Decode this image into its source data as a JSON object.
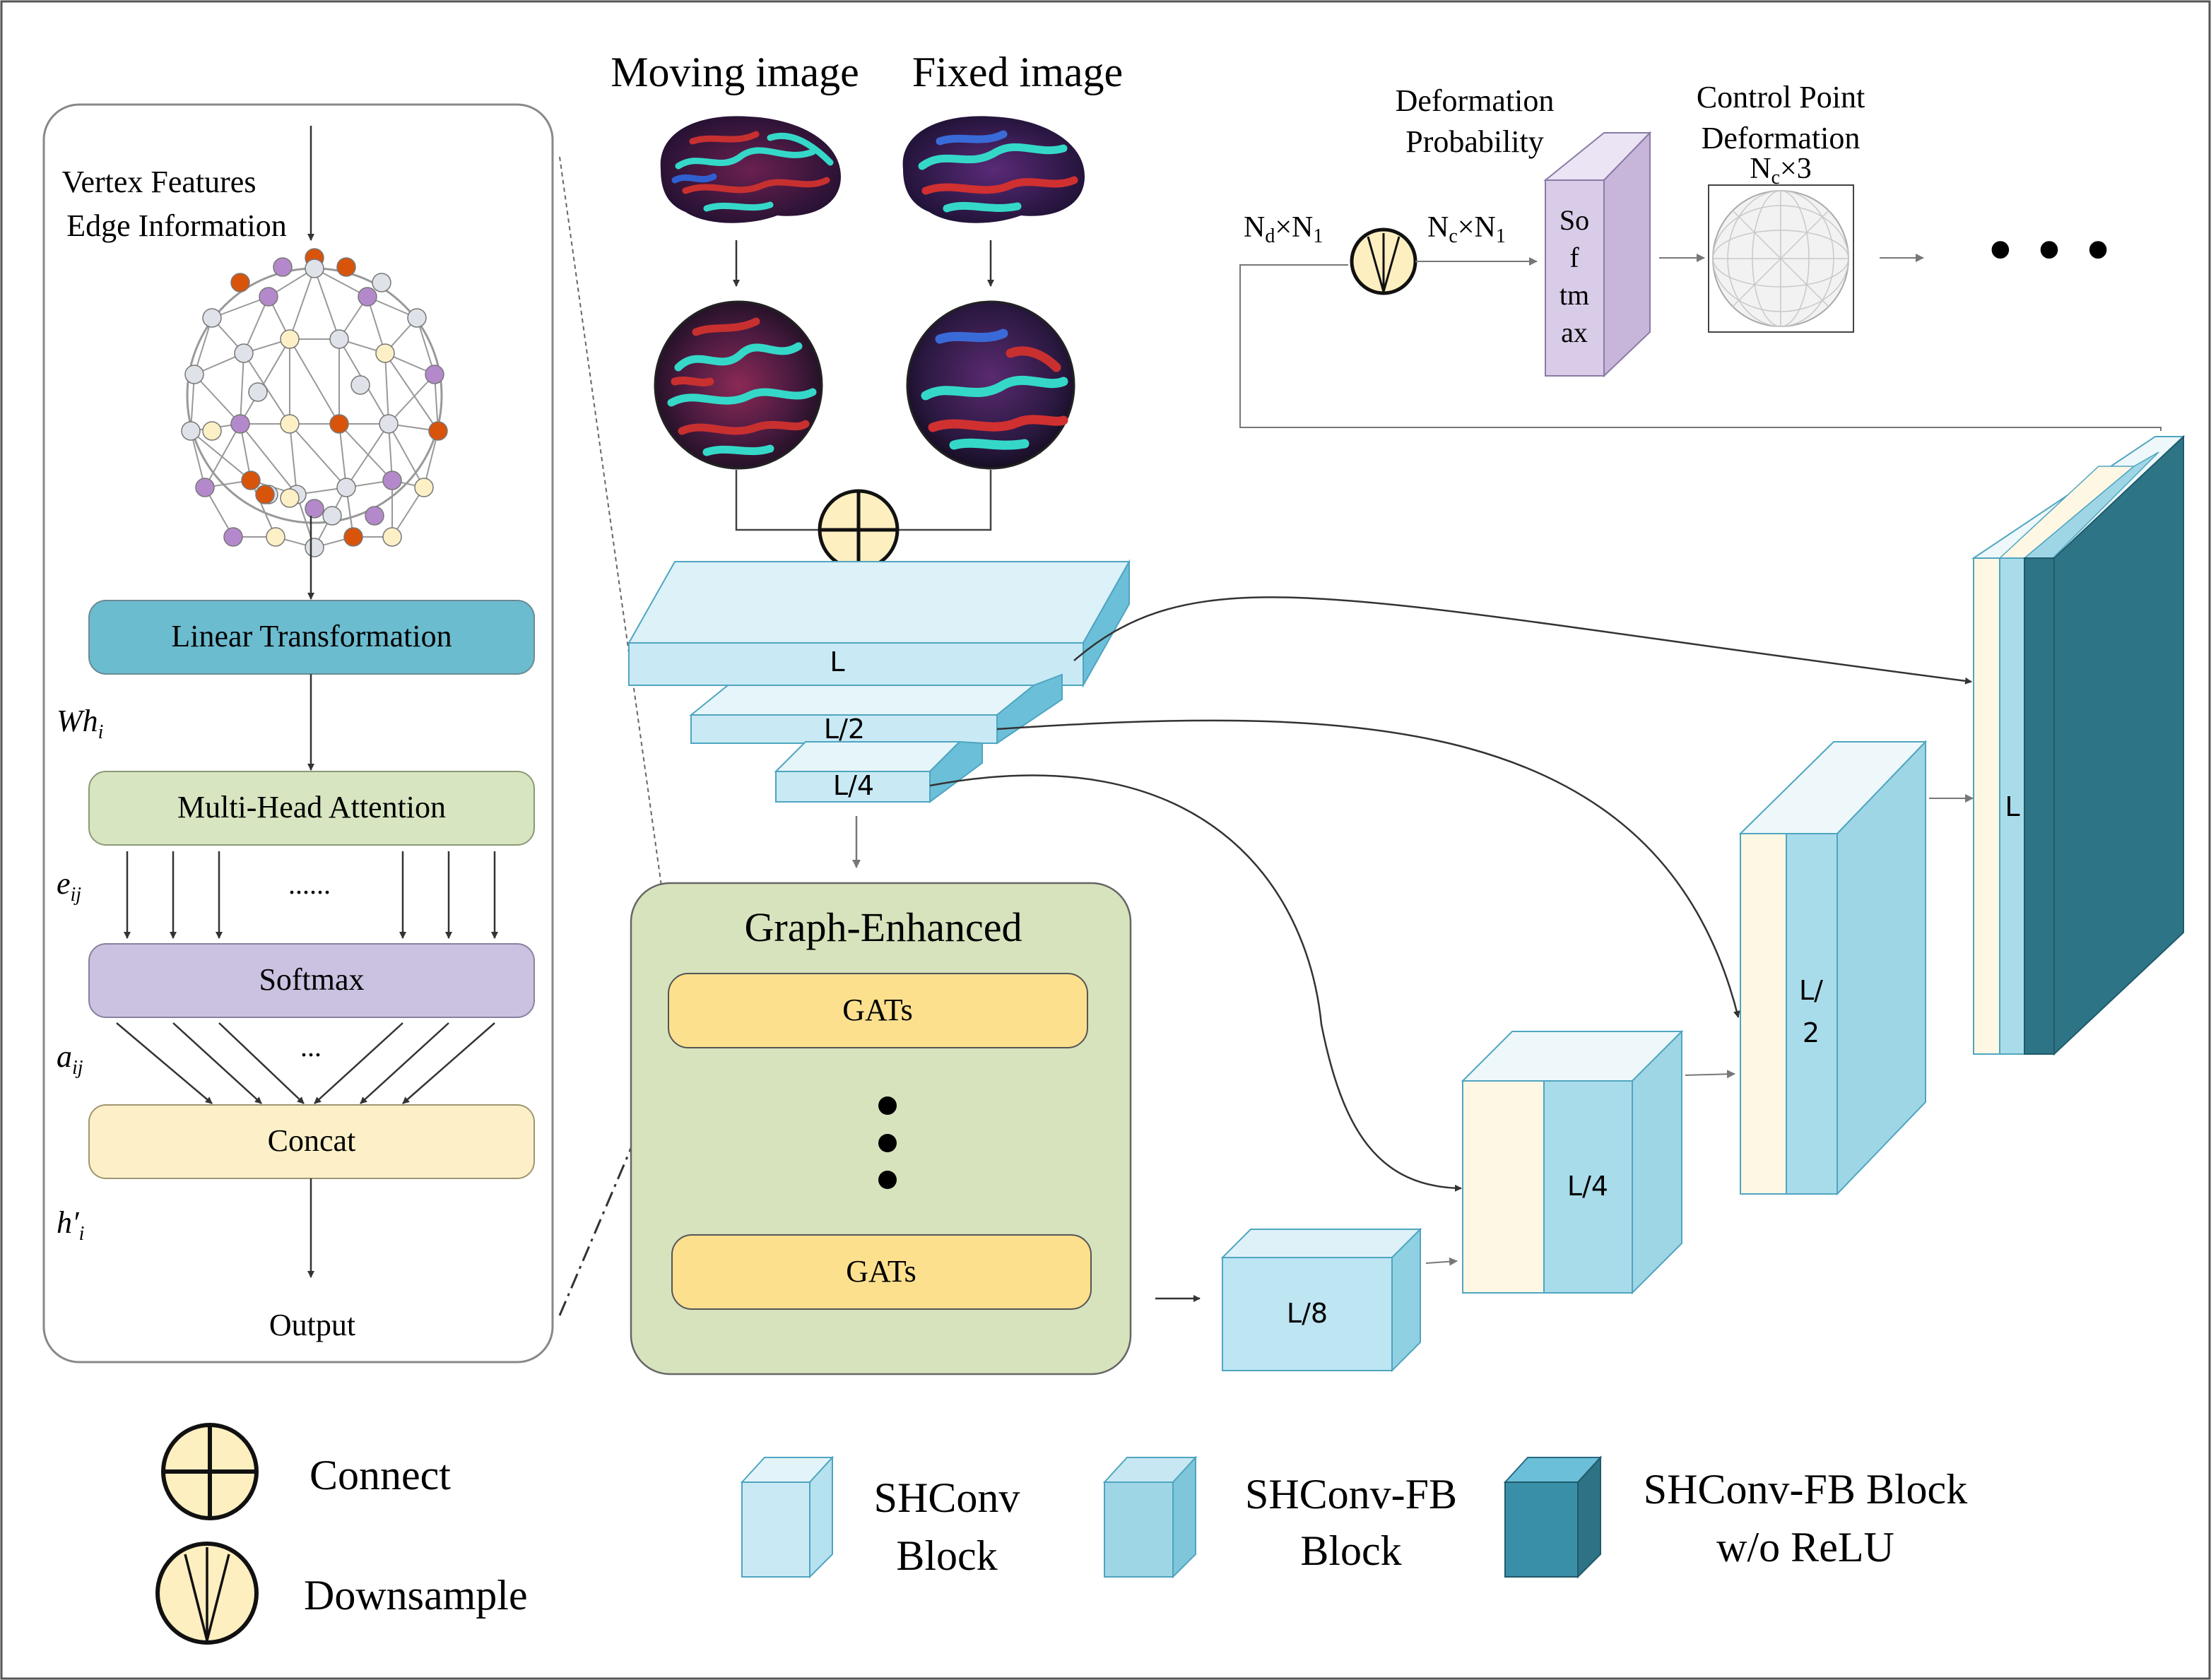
{
  "gat_detail": {
    "input_label_1": "Vertex Features",
    "input_label_2": "Edge Information",
    "linear_transformation": "Linear Transformation",
    "wh_label": "Wh",
    "wh_sub": "i",
    "multi_head_attention": "Multi-Head Attention",
    "e_label": "e",
    "e_sub": "ij",
    "attention_dots": "......",
    "softmax": "Softmax",
    "a_label": "a",
    "a_sub": "ij",
    "softmax_dots": "...",
    "concat": "Concat",
    "h_label": "h′",
    "h_sub": "i",
    "output": "Output"
  },
  "images": {
    "moving": "Moving image",
    "fixed": "Fixed image"
  },
  "encoder": {
    "level_1": "L",
    "level_2": "L/2",
    "level_3": "L/4"
  },
  "graph_enhanced": {
    "title": "Graph-Enhanced",
    "gats_top": "GATs",
    "gats_bottom": "GATs"
  },
  "decoder": {
    "level_8": "L/8",
    "level_4": "L/4",
    "level_2_line1": "L/",
    "level_2_line2": "2",
    "level_1": "L"
  },
  "deformation": {
    "nd": "N",
    "nd_sub": "d",
    "times": "×",
    "n1": "N",
    "n1_sub": "1",
    "nc": "N",
    "nc_sub": "c",
    "softmax_line1": "So",
    "softmax_line2": "f",
    "softmax_line3": "tm",
    "softmax_line4": "ax",
    "prob_line1": "Deformation",
    "prob_line2": "Probability",
    "cpd_line1": "Control Point",
    "cpd_line2": "Deformation",
    "cpd_three": "3",
    "ellipsis": "• • •"
  },
  "legend": {
    "connect": "Connect",
    "downsample": "Downsample",
    "shconv_line1": "SHConv",
    "shconv_line2": "Block",
    "fb_line1": "SHConv-FB",
    "fb_line2": "Block",
    "norelu_line1": "SHConv-FB Block",
    "norelu_line2": "w/o ReLU"
  },
  "colors": {
    "linear": "#6cbccf",
    "mha": "#d7e5c0",
    "softmax": "#cbc1e0",
    "concat": "#fdf0c8",
    "graph_panel": "#d6e3bd",
    "gats": "#fde08e",
    "shconv": "#c9eaf5",
    "shconv_fb": "#9fd6e6",
    "shconv_dark": "#2d7385",
    "cream": "#fdf7e4",
    "softmax_block": "#c8b5da",
    "node_orange": "#d9540b",
    "node_purple": "#b489cc",
    "node_yellow": "#fdf0c6",
    "node_gray": "#dfe2e8"
  }
}
